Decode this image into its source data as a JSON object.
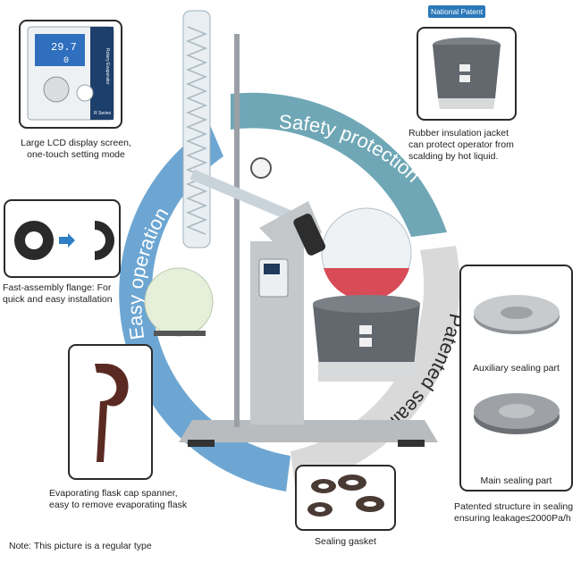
{
  "badge": {
    "label": "National Patent",
    "color": "#2a78b8"
  },
  "arc_labels": {
    "safety": "Safety protection",
    "easy": "Easy operation",
    "patented": "Patented sealing"
  },
  "colors": {
    "blue_arc": "#6da6d2",
    "teal_arc": "#6fa7b6",
    "gray_arc": "#d6d6d6",
    "bath": "#62686d"
  },
  "callouts": {
    "lcd": {
      "line1": "Large LCD display screen,",
      "line2": "one-touch setting mode",
      "screen_top": "29.7",
      "screen_bottom": "0",
      "brand": "Rotary Evaporator",
      "series": "R Series"
    },
    "jacket": {
      "line1": "Rubber insulation jacket",
      "line2": "can protect operator from",
      "line3": "scalding by hot liquid."
    },
    "flange": {
      "line1": "Fast-assembly flange: For",
      "line2": "quick and easy installation"
    },
    "spanner": {
      "line1": "Evaporating flask cap spanner,",
      "line2": "easy to remove evaporating flask"
    },
    "auxiliary": {
      "label": "Auxiliary sealing part"
    },
    "main_seal": {
      "label": "Main sealing part"
    },
    "structure": {
      "line1": "Patented structure in sealing",
      "line2": "ensuring leakage≤2000Pa/h"
    },
    "gasket": {
      "label": "Sealing gasket"
    }
  },
  "note": "Note: This picture is a regular type"
}
